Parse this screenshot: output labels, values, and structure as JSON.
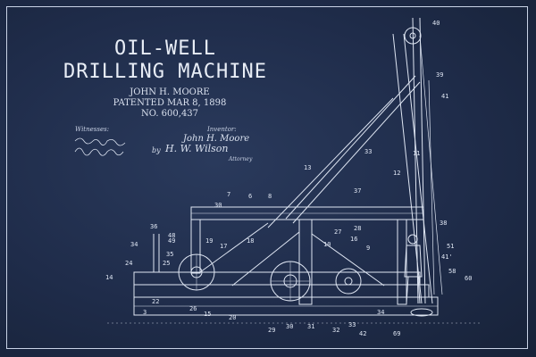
{
  "title_line1": "OIL-WELL",
  "title_line2": "DRILLING MACHINE",
  "inventor_line": "JOHN H. MOORE",
  "patent_line": "PATENTED MAR 8, 1898",
  "number_line": "NO. 600,437",
  "witnesses_label": "Witnesses:",
  "inventor_label": "Inventor:",
  "inventor_signature": "John H. Moore",
  "attorney_prefix": "by",
  "attorney_signature": "H. W. Wilson",
  "attorney_suffix": "Attorney",
  "part_labels": [
    "40",
    "39",
    "41",
    "33",
    "12",
    "11",
    "13",
    "37",
    "30",
    "7",
    "6",
    "8",
    "36",
    "49",
    "48",
    "34",
    "24",
    "14",
    "19",
    "17",
    "18",
    "35",
    "25",
    "22",
    "26",
    "15",
    "38",
    "51",
    "41'",
    "58",
    "60",
    "20",
    "29",
    "30",
    "31",
    "32",
    "33",
    "34",
    "42",
    "69",
    "10",
    "16",
    "27",
    "28",
    "9",
    "3"
  ],
  "colors": {
    "background": "#1f2c4a",
    "line": "#dfe6f3",
    "frame": "#c9d3e6"
  }
}
